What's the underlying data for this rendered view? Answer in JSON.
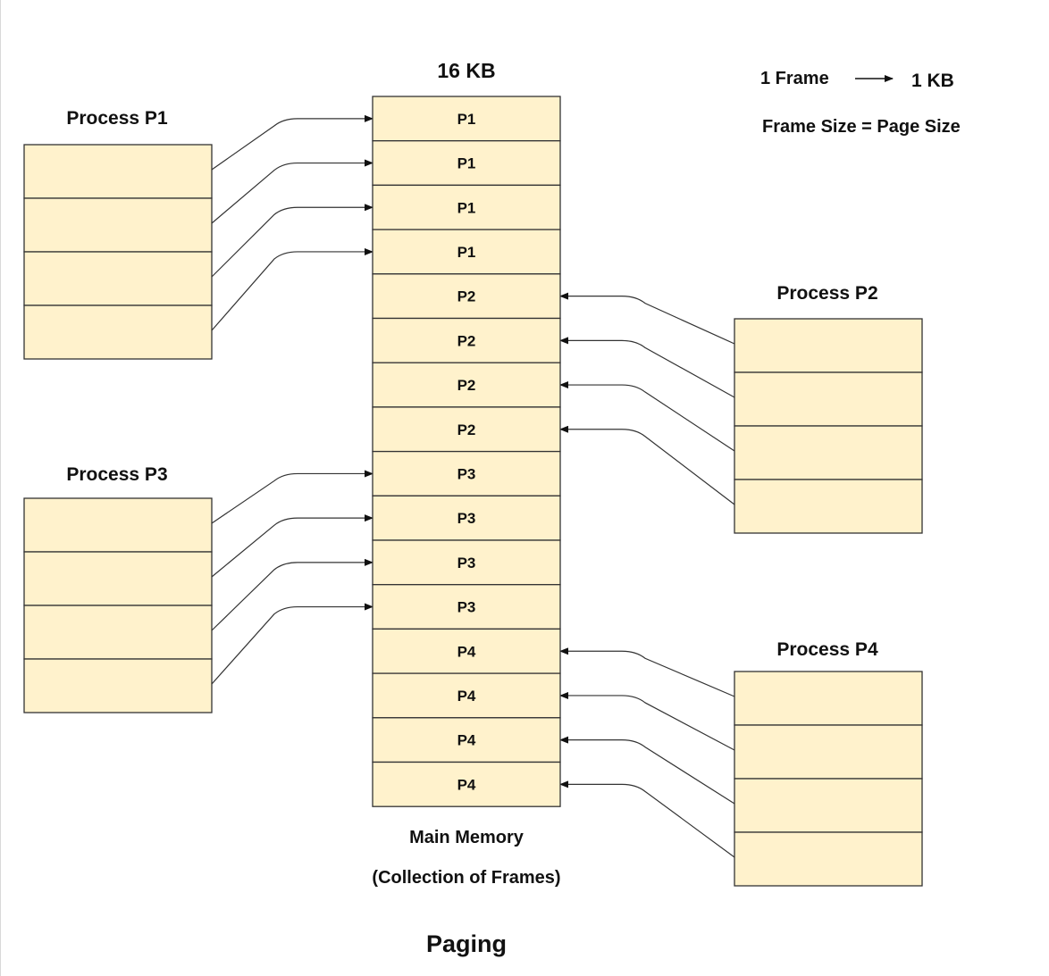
{
  "diagram": {
    "title": "Paging",
    "memory": {
      "header": "16 KB",
      "caption_line1": "Main Memory",
      "caption_line2": "(Collection of Frames)",
      "frames": [
        "P1",
        "P1",
        "P1",
        "P1",
        "P2",
        "P2",
        "P2",
        "P2",
        "P3",
        "P3",
        "P3",
        "P3",
        "P4",
        "P4",
        "P4",
        "P4"
      ]
    },
    "legend": {
      "frame_label": "1 Frame",
      "unit_label": "1 KB",
      "equation": "Frame Size = Page Size"
    },
    "processes": [
      {
        "label": "Process P1",
        "pages": 4,
        "side": "left"
      },
      {
        "label": "Process P2",
        "pages": 4,
        "side": "right"
      },
      {
        "label": "Process P3",
        "pages": 4,
        "side": "left"
      },
      {
        "label": "Process P4",
        "pages": 4,
        "side": "right"
      }
    ],
    "colors": {
      "box_fill": "#fff2cc",
      "box_stroke": "#333333",
      "line": "#333333"
    }
  }
}
